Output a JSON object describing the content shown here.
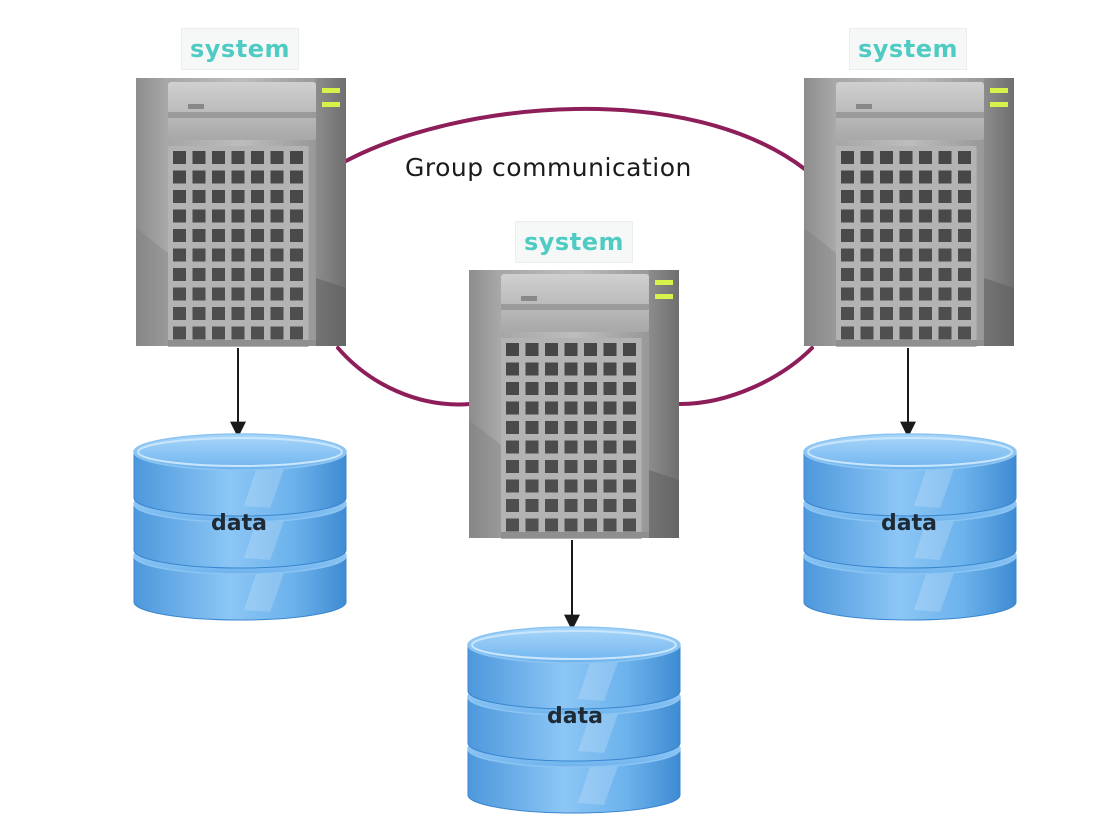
{
  "diagram": {
    "group_label": "Group communication",
    "nodes": [
      {
        "id": "left",
        "system_label": "system",
        "data_label": "data"
      },
      {
        "id": "center",
        "system_label": "system",
        "data_label": "data"
      },
      {
        "id": "right",
        "system_label": "system",
        "data_label": "data"
      }
    ],
    "edges": [
      {
        "from": "left",
        "to": "right",
        "kind": "group-communication"
      },
      {
        "from": "left",
        "to": "center",
        "kind": "group-communication"
      },
      {
        "from": "center",
        "to": "right",
        "kind": "group-communication"
      },
      {
        "from": "left",
        "to": "left-data",
        "kind": "arrow"
      },
      {
        "from": "center",
        "to": "center-data",
        "kind": "arrow"
      },
      {
        "from": "right",
        "to": "right-data",
        "kind": "arrow"
      }
    ],
    "colors": {
      "communication_line": "#8e1e5a",
      "system_label_text": "#4ecbc3",
      "server_light": "#d7f24a",
      "database_blue": "#4a9be3",
      "arrow": "#1a1a1a"
    }
  }
}
